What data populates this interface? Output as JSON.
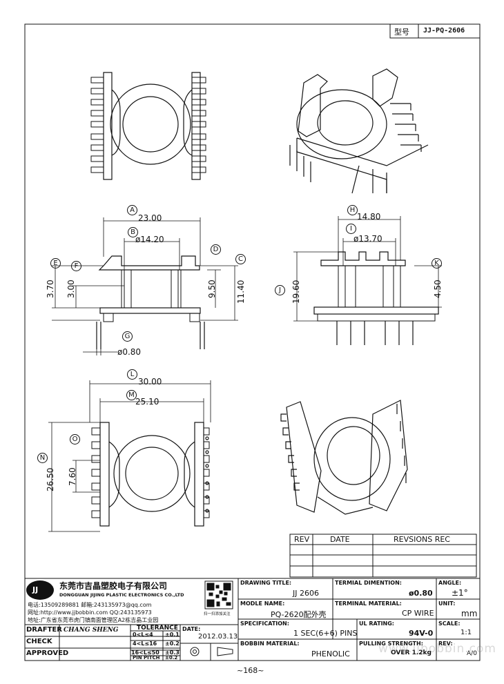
{
  "header": {
    "model_label": "型号",
    "model_value": "JJ-PQ-2606"
  },
  "views": {
    "front": {
      "dims": {
        "a": "23.00",
        "b": "ø14.20",
        "c": "11.40",
        "d": "9.50",
        "e": "3.70",
        "f": "3.00",
        "g": "ø0.80"
      },
      "circles": {
        "a": "A",
        "b": "B",
        "c": "C",
        "d": "D",
        "e": "E",
        "f": "F",
        "g": "G"
      }
    },
    "side": {
      "dims": {
        "h": "14.80",
        "i": "ø13.70",
        "j": "19.60",
        "k": "4.50"
      },
      "circles": {
        "h": "H",
        "i": "I",
        "j": "J",
        "k": "K"
      }
    },
    "bottom": {
      "dims": {
        "l": "30.00",
        "m": "25.10",
        "n": "26.50",
        "o": "7.60"
      },
      "circles": {
        "l": "L",
        "m": "M",
        "n": "N",
        "o": "O"
      }
    }
  },
  "revisions": {
    "headers": [
      "REV",
      "DATE",
      "REVSIONS REC"
    ]
  },
  "company": {
    "logo": "JJ",
    "name_cn": "东莞市吉晶塑胶电子有限公司",
    "name_en": "DONGGUAN JIJING PLASTIC ELECTRONICS CO.,LTD",
    "phone": "电话:13509289881  邮箱:243135973@qq.com",
    "web": "网址:http://www.jjbobbin.com QQ:243135973",
    "address": "地址:广东省东莞市虎门镇南面管理区A2栋吉晶工业园",
    "qr_caption": "扫一扫添加关注"
  },
  "title_block": {
    "drawing_title_label": "DRAWING TITLE:",
    "drawing_title": "JJ 2606",
    "terminal_dim_label": "TERMIAL DIMENTION:",
    "terminal_dim": "ø0.80",
    "angle_label": "ANGLE:",
    "angle": "±1°",
    "module_name_label": "MODLE NAME:",
    "module_name": "PQ-2620配外壳",
    "terminal_material_label": "TERMINAL MATERIAL:",
    "terminal_material": "CP WIRE",
    "unit_label": "UNIT:",
    "unit": "mm",
    "spec_label": "SPECIFICATION:",
    "spec": "1 SEC(6+6) PINS",
    "ul_label": "UL RATING:",
    "ul": "94V-0",
    "scale_label": "SCALE:",
    "scale": "1:1",
    "bobbin_material_label": "BOBBIN  MATERIAL:",
    "bobbin_material": "PHENOLIC",
    "pulling_label": "PULLING STRENGTH:",
    "pulling": "OVER 1.2kg",
    "rev_label": "REV:",
    "rev": "A/0"
  },
  "sign_block": {
    "drafter_label": "DRAFTER",
    "drafter": "CHANG SHENG",
    "check_label": "CHECK",
    "approved_label": "APPROVED",
    "tolerance_label": "TOLERANCE",
    "tolerance_rows": [
      {
        "range": "0<L≤4",
        "tol": "±0.1"
      },
      {
        "range": "4<L≤16",
        "tol": "±0.2"
      },
      {
        "range": "16<L≤50",
        "tol": "±0.3"
      },
      {
        "range": "PIN PITCH",
        "tol": "±0.2"
      }
    ],
    "date_label": "DATE:",
    "date": "2012.03.13"
  },
  "watermark": "www.jjbobbin.com",
  "page_number": "~168~"
}
